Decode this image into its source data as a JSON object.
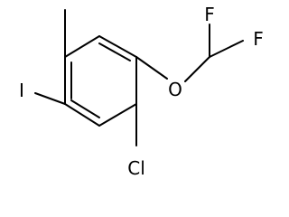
{
  "molecule": {
    "atoms": {
      "fluorine_top": "F",
      "fluorine_right": "F",
      "oxygen": "O",
      "iodine": "I",
      "chlorine": "Cl"
    },
    "colors": {
      "bond": "#000000",
      "label": "#000000",
      "background": "#ffffff"
    }
  }
}
